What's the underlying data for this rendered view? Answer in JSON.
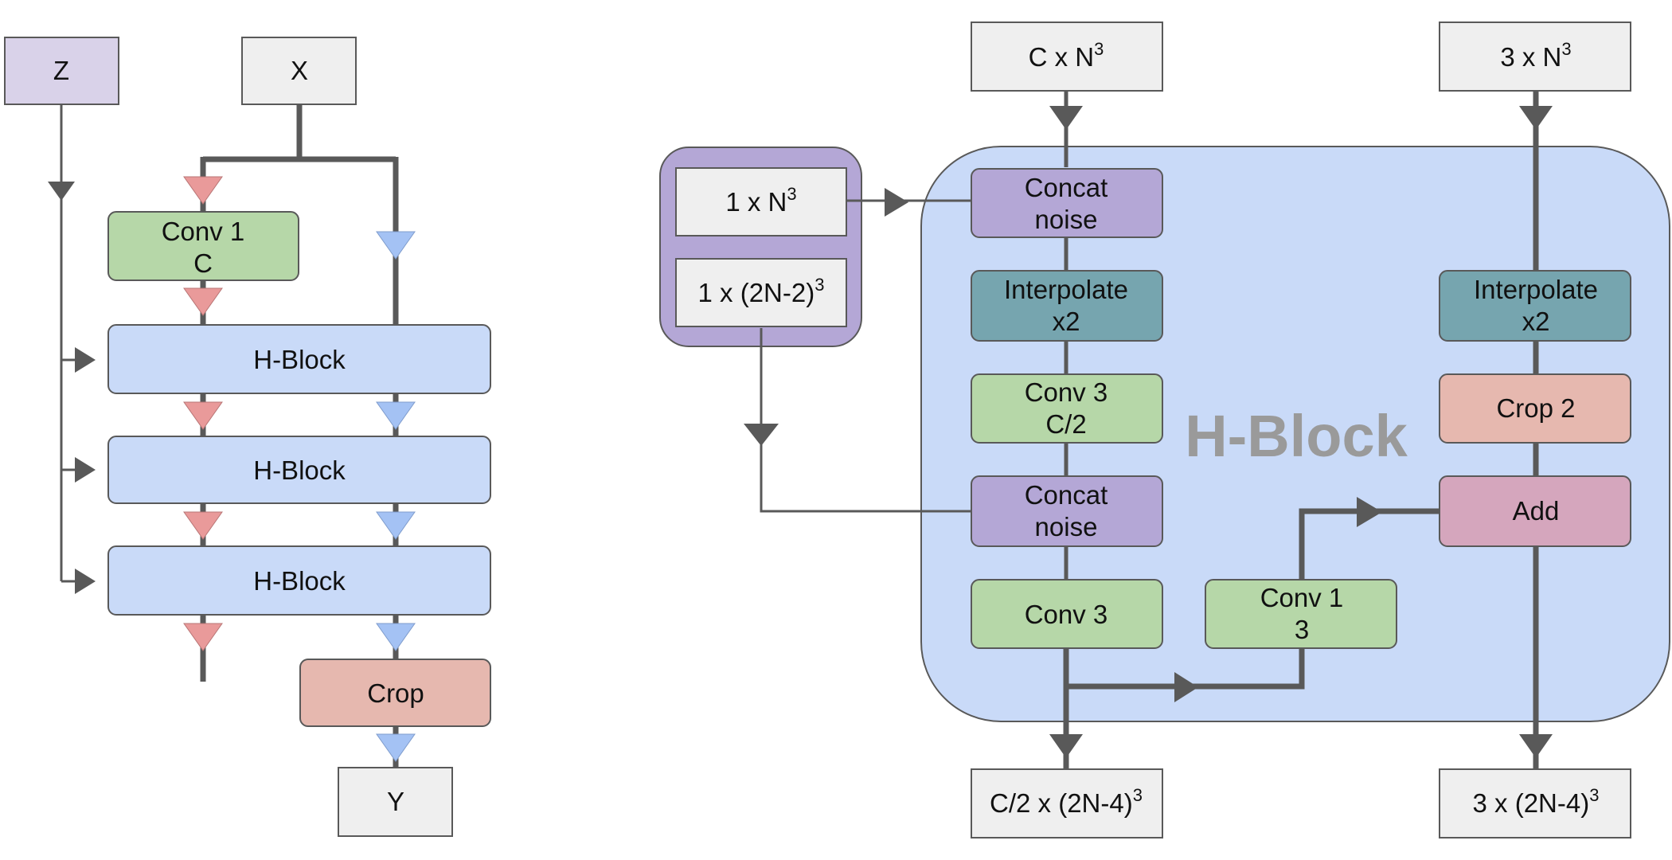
{
  "left": {
    "z_label": "Z",
    "x_label": "X",
    "conv_lines": [
      "Conv 1",
      "C"
    ],
    "hblock_labels": [
      "H-Block",
      "H-Block",
      "H-Block"
    ],
    "crop_label": "Crop",
    "y_label": "Y"
  },
  "noise": {
    "row1": {
      "base": "1 x N",
      "sup": "3"
    },
    "row2": {
      "base": "1 x (2N-2)",
      "sup": "3"
    }
  },
  "hblock": {
    "title": "H-Block",
    "input_main": {
      "base": "C x N",
      "sup": "3"
    },
    "input_side": {
      "base": "3 x N",
      "sup": "3"
    },
    "concat1_lines": [
      "Concat",
      "noise"
    ],
    "interp1_lines": [
      "Interpolate",
      "x2"
    ],
    "conv3c2_lines": [
      "Conv 3",
      "C/2"
    ],
    "concat2_lines": [
      "Concat",
      "noise"
    ],
    "conv3_label": "Conv 3",
    "conv13_lines": [
      "Conv 1",
      "3"
    ],
    "interp2_lines": [
      "Interpolate",
      "x2"
    ],
    "crop2_label": "Crop 2",
    "add_label": "Add",
    "output_main": {
      "base": "C/2 x (2N-4)",
      "sup": "3"
    },
    "output_side": {
      "base": "3 x (2N-4)",
      "sup": "3"
    }
  },
  "colors": {
    "input": "#efefef",
    "noise": "#b4a7d6",
    "conv": "#b6d7a8",
    "hblock": "#c9daf8",
    "crop": "#e6b8af",
    "interpolate": "#76a5af",
    "add": "#d5a6bd",
    "z": "#d9d2e9",
    "line": "#595959",
    "arrow_red": "#e99a9a",
    "arrow_blue": "#a4c2f4"
  }
}
